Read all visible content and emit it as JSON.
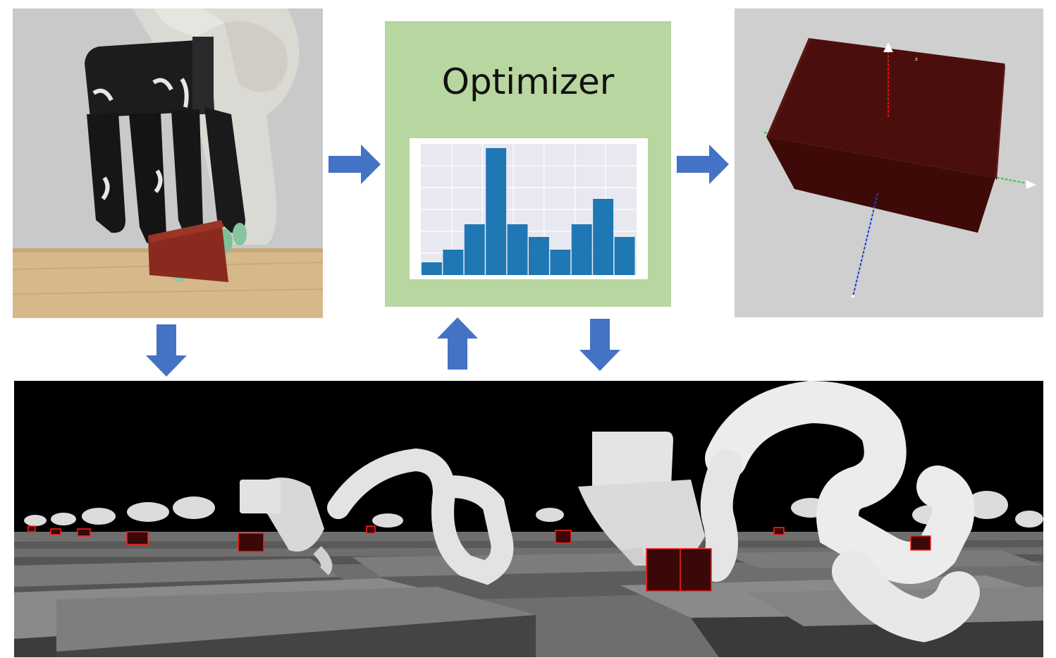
{
  "optimizer": {
    "title": "Optimizer",
    "histogram_bins": [
      1,
      2,
      4,
      10,
      4,
      3,
      2,
      4,
      6,
      3
    ]
  },
  "pose_view": {
    "axis_label": "z"
  },
  "colors": {
    "optimizer_bg": "#b8d6a0",
    "arrow": "#4472c4",
    "bar": "#1f77b4",
    "plot_bg": "#e8e8f0",
    "cube": "#4a0f0c"
  }
}
